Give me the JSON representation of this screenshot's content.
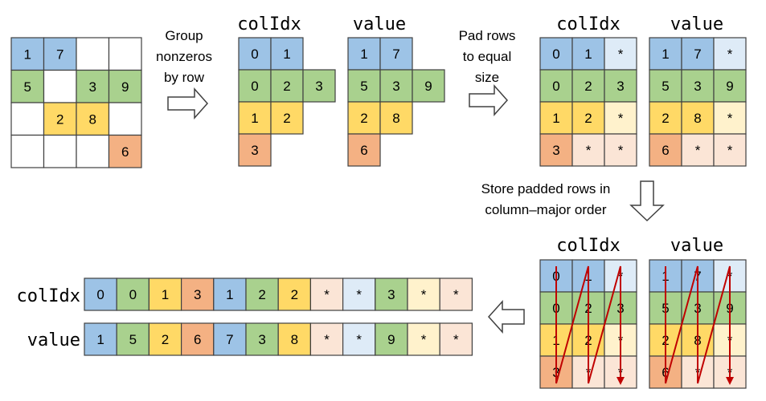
{
  "colors": {
    "blue": "#9dc3e6",
    "green": "#a9d18e",
    "yellow": "#ffd966",
    "orange": "#f4b183",
    "blue_light": "#deebf7",
    "yellow_light": "#fff2cc",
    "orange_light": "#fbe5d6",
    "white": "#ffffff",
    "grid": "#404040",
    "zigzag": "#c00000"
  },
  "captions": {
    "step1": [
      "Group",
      "nonzeros",
      "by row"
    ],
    "step2": [
      "Pad rows",
      "to equal",
      "size"
    ],
    "step3": [
      "Store padded rows in",
      "column–major order"
    ]
  },
  "headers": {
    "colidx": "colIdx",
    "value": "value"
  },
  "dense_matrix": [
    [
      {
        "t": "1",
        "c": "blue"
      },
      {
        "t": "7",
        "c": "blue"
      },
      {
        "t": "",
        "c": "white"
      },
      {
        "t": "",
        "c": "white"
      }
    ],
    [
      {
        "t": "5",
        "c": "green"
      },
      {
        "t": "",
        "c": "white"
      },
      {
        "t": "3",
        "c": "green"
      },
      {
        "t": "9",
        "c": "green"
      }
    ],
    [
      {
        "t": "",
        "c": "white"
      },
      {
        "t": "2",
        "c": "yellow"
      },
      {
        "t": "8",
        "c": "yellow"
      },
      {
        "t": "",
        "c": "white"
      }
    ],
    [
      {
        "t": "",
        "c": "white"
      },
      {
        "t": "",
        "c": "white"
      },
      {
        "t": "",
        "c": "white"
      },
      {
        "t": "6",
        "c": "orange"
      }
    ]
  ],
  "grouped_colidx": [
    [
      {
        "t": "0",
        "c": "blue"
      },
      {
        "t": "1",
        "c": "blue"
      }
    ],
    [
      {
        "t": "0",
        "c": "green"
      },
      {
        "t": "2",
        "c": "green"
      },
      {
        "t": "3",
        "c": "green"
      }
    ],
    [
      {
        "t": "1",
        "c": "yellow"
      },
      {
        "t": "2",
        "c": "yellow"
      }
    ],
    [
      {
        "t": "3",
        "c": "orange"
      }
    ]
  ],
  "grouped_value": [
    [
      {
        "t": "1",
        "c": "blue"
      },
      {
        "t": "7",
        "c": "blue"
      }
    ],
    [
      {
        "t": "5",
        "c": "green"
      },
      {
        "t": "3",
        "c": "green"
      },
      {
        "t": "9",
        "c": "green"
      }
    ],
    [
      {
        "t": "2",
        "c": "yellow"
      },
      {
        "t": "8",
        "c": "yellow"
      }
    ],
    [
      {
        "t": "6",
        "c": "orange"
      }
    ]
  ],
  "padded_colidx": [
    [
      {
        "t": "0",
        "c": "blue"
      },
      {
        "t": "1",
        "c": "blue"
      },
      {
        "t": "*",
        "c": "blue_light"
      }
    ],
    [
      {
        "t": "0",
        "c": "green"
      },
      {
        "t": "2",
        "c": "green"
      },
      {
        "t": "3",
        "c": "green"
      }
    ],
    [
      {
        "t": "1",
        "c": "yellow"
      },
      {
        "t": "2",
        "c": "yellow"
      },
      {
        "t": "*",
        "c": "yellow_light"
      }
    ],
    [
      {
        "t": "3",
        "c": "orange"
      },
      {
        "t": "*",
        "c": "orange_light"
      },
      {
        "t": "*",
        "c": "orange_light"
      }
    ]
  ],
  "padded_value": [
    [
      {
        "t": "1",
        "c": "blue"
      },
      {
        "t": "7",
        "c": "blue"
      },
      {
        "t": "*",
        "c": "blue_light"
      }
    ],
    [
      {
        "t": "5",
        "c": "green"
      },
      {
        "t": "3",
        "c": "green"
      },
      {
        "t": "9",
        "c": "green"
      }
    ],
    [
      {
        "t": "2",
        "c": "yellow"
      },
      {
        "t": "8",
        "c": "yellow"
      },
      {
        "t": "*",
        "c": "yellow_light"
      }
    ],
    [
      {
        "t": "6",
        "c": "orange"
      },
      {
        "t": "*",
        "c": "orange_light"
      },
      {
        "t": "*",
        "c": "orange_light"
      }
    ]
  ],
  "flat_colidx": [
    {
      "t": "0",
      "c": "blue"
    },
    {
      "t": "0",
      "c": "green"
    },
    {
      "t": "1",
      "c": "yellow"
    },
    {
      "t": "3",
      "c": "orange"
    },
    {
      "t": "1",
      "c": "blue"
    },
    {
      "t": "2",
      "c": "green"
    },
    {
      "t": "2",
      "c": "yellow"
    },
    {
      "t": "*",
      "c": "orange_light"
    },
    {
      "t": "*",
      "c": "blue_light"
    },
    {
      "t": "3",
      "c": "green"
    },
    {
      "t": "*",
      "c": "yellow_light"
    },
    {
      "t": "*",
      "c": "orange_light"
    }
  ],
  "flat_value": [
    {
      "t": "1",
      "c": "blue"
    },
    {
      "t": "5",
      "c": "green"
    },
    {
      "t": "2",
      "c": "yellow"
    },
    {
      "t": "6",
      "c": "orange"
    },
    {
      "t": "7",
      "c": "blue"
    },
    {
      "t": "3",
      "c": "green"
    },
    {
      "t": "8",
      "c": "yellow"
    },
    {
      "t": "*",
      "c": "orange_light"
    },
    {
      "t": "*",
      "c": "blue_light"
    },
    {
      "t": "9",
      "c": "green"
    },
    {
      "t": "*",
      "c": "yellow_light"
    },
    {
      "t": "*",
      "c": "orange_light"
    }
  ]
}
